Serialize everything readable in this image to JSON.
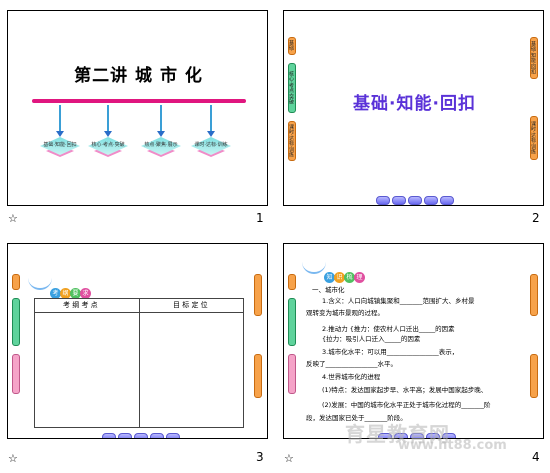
{
  "slides": [
    {
      "number": "1",
      "title": "第二讲   城 市 化",
      "diamonds": [
        "基础·知能·回扣",
        "核心·考点·突破",
        "热点·聚焦·展示",
        "课时·达标·训练"
      ]
    },
    {
      "number": "2",
      "heading": "基础·知能·回扣",
      "left_tabs": [
        "基础·知能·回扣",
        "核心·考点·突破",
        "课时·达标·训练"
      ],
      "right_tabs": [
        "基础·知能·回扣",
        "课时·达标·训练"
      ]
    },
    {
      "number": "3",
      "badge": [
        "考",
        "纲",
        "要",
        "求"
      ],
      "table_headers": [
        "考 纲 考 点",
        "目 标 定 位"
      ]
    },
    {
      "number": "4",
      "badge": [
        "知",
        "识",
        "梳",
        "理"
      ],
      "lines": [
        "一、城市化",
        "1.含义：人口向城镇集聚和_______范围扩大、乡村景",
        "观转变为城市景观的过程。",
        "2.推动力  {推力：使农村人口迁出_____的因素",
        "          {拉力：吸引人口迁入_____的因素",
        "3.城市化水平：可以用________________表示，",
        "反映了________________水平。",
        "4.世界城市化的进程",
        "(1)特点：发达国家起步早、水平高；发展中国家起步晚、",
        "(2)发展：中国的城市化水平正处于城市化过程的_______阶",
        "段，发达国家已处于_______阶段。"
      ]
    }
  ],
  "star_glyph": "☆",
  "watermark": {
    "cn": "育星教育网",
    "url": "www.ht88.com"
  }
}
